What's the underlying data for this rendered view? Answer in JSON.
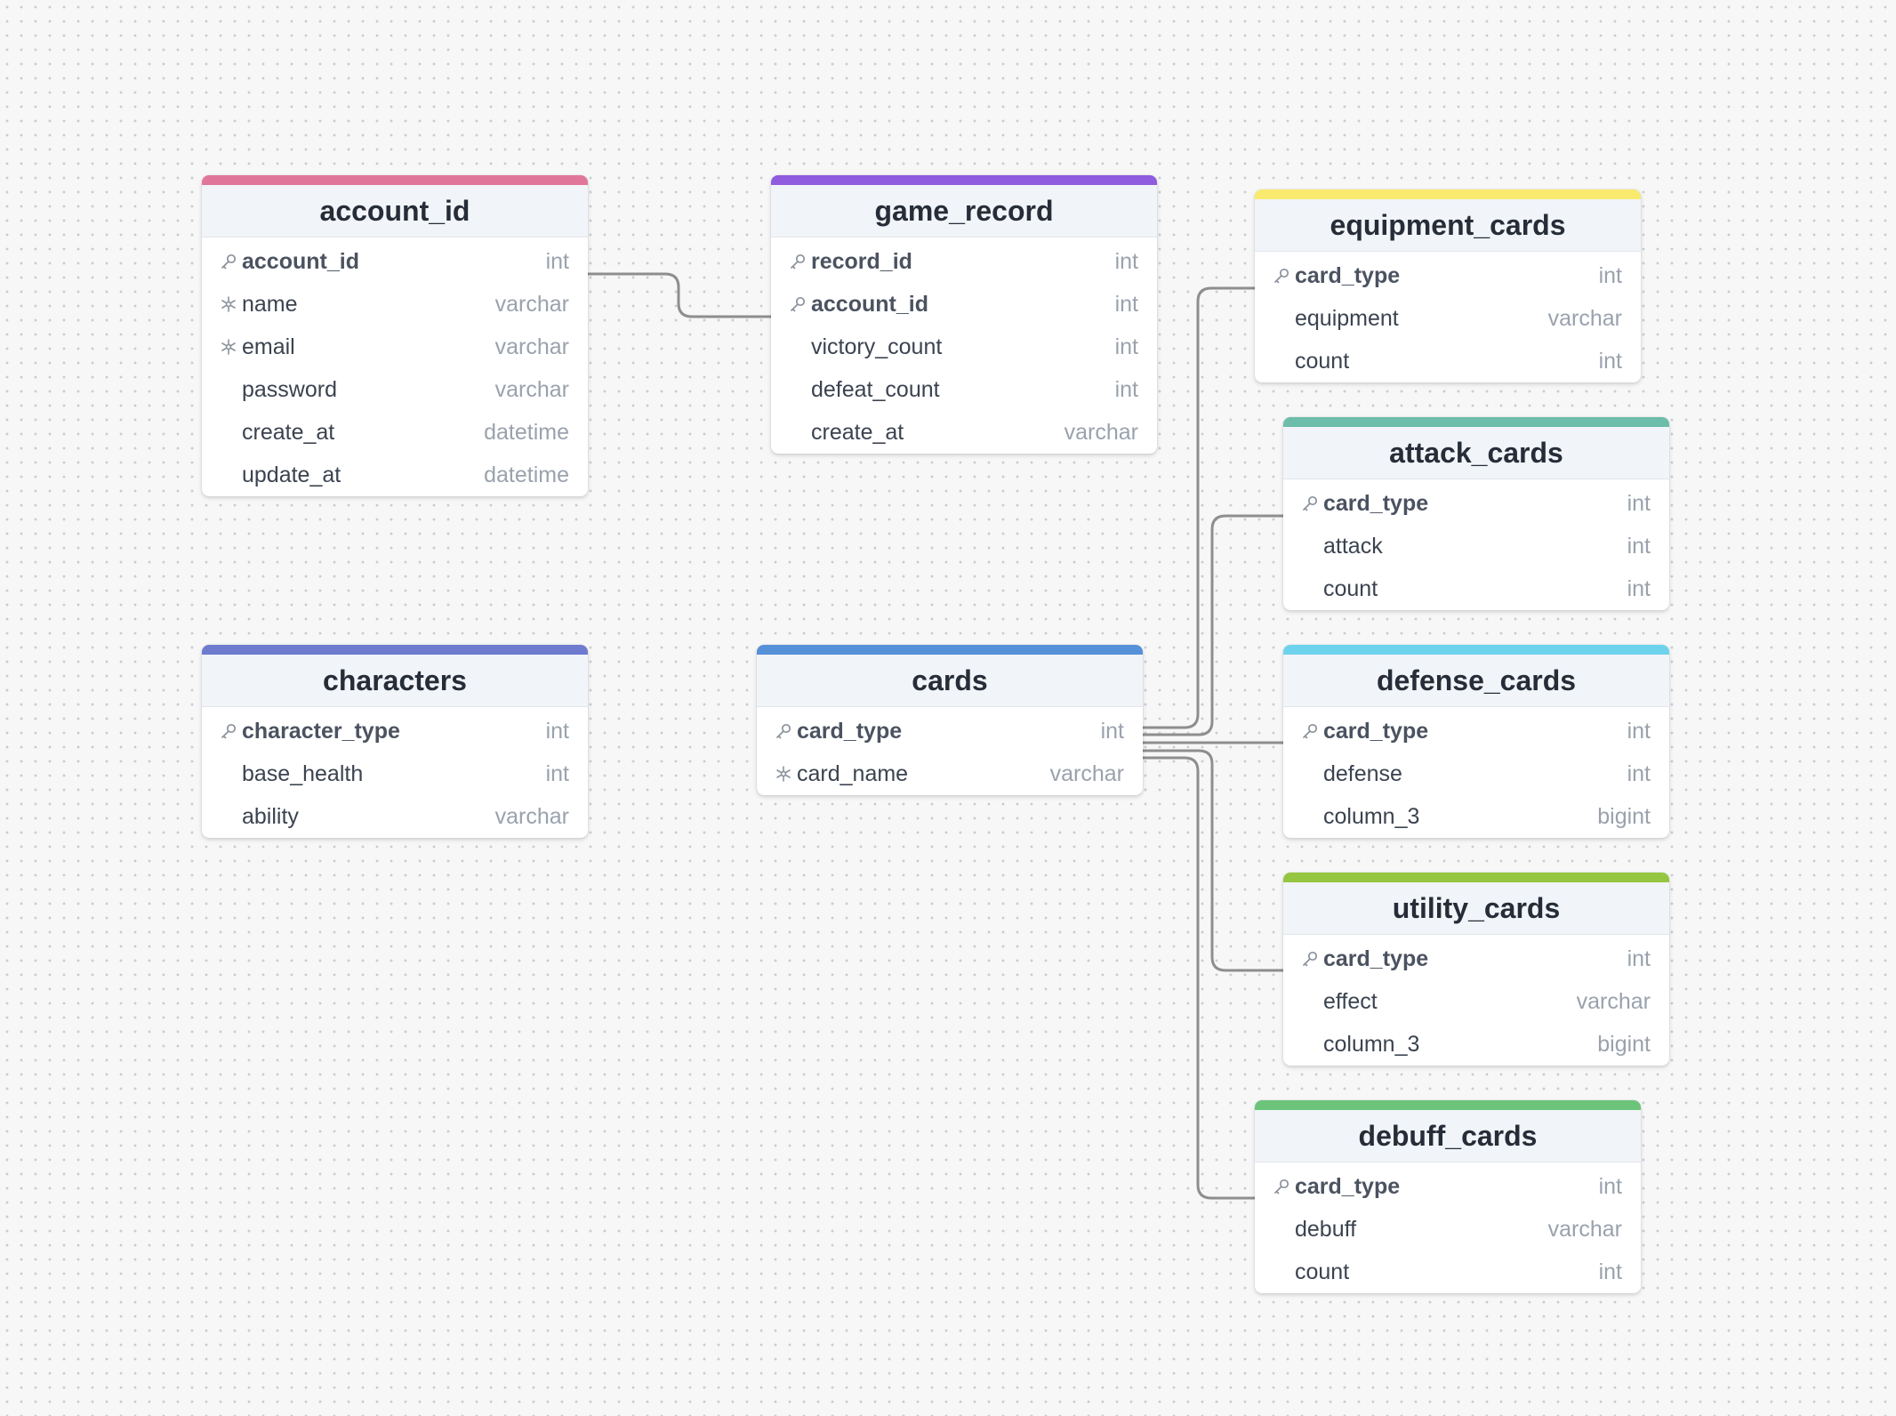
{
  "colors": {
    "canvas": "#f7f7f7",
    "connector": "#8e8e8e",
    "header_bg": "#f1f4f8",
    "type_text": "#9aa2ad"
  },
  "tables": [
    {
      "id": "account_id",
      "title": "account_id",
      "color": "#e0769a",
      "columns": [
        {
          "name": "account_id",
          "type": "int",
          "icon": "key-icon",
          "bold": true
        },
        {
          "name": "name",
          "type": "varchar",
          "icon": "unique-icon",
          "bold": false
        },
        {
          "name": "email",
          "type": "varchar",
          "icon": "unique-icon",
          "bold": false
        },
        {
          "name": "password",
          "type": "varchar",
          "icon": "",
          "bold": false
        },
        {
          "name": "create_at",
          "type": "datetime",
          "icon": "",
          "bold": false
        },
        {
          "name": "update_at",
          "type": "datetime",
          "icon": "",
          "bold": false
        }
      ]
    },
    {
      "id": "game_record",
      "title": "game_record",
      "color": "#8f5ce0",
      "columns": [
        {
          "name": "record_id",
          "type": "int",
          "icon": "key-icon",
          "bold": true
        },
        {
          "name": "account_id",
          "type": "int",
          "icon": "key-icon",
          "bold": true
        },
        {
          "name": "victory_count",
          "type": "int",
          "icon": "",
          "bold": false
        },
        {
          "name": "defeat_count",
          "type": "int",
          "icon": "",
          "bold": false
        },
        {
          "name": "create_at",
          "type": "varchar",
          "icon": "",
          "bold": false
        }
      ]
    },
    {
      "id": "equipment_cards",
      "title": "equipment_cards",
      "color": "#f9ea6f",
      "columns": [
        {
          "name": "card_type",
          "type": "int",
          "icon": "key-icon",
          "bold": true
        },
        {
          "name": "equipment",
          "type": "varchar",
          "icon": "",
          "bold": false
        },
        {
          "name": "count",
          "type": "int",
          "icon": "",
          "bold": false
        }
      ]
    },
    {
      "id": "attack_cards",
      "title": "attack_cards",
      "color": "#6cbdaa",
      "columns": [
        {
          "name": "card_type",
          "type": "int",
          "icon": "key-icon",
          "bold": true
        },
        {
          "name": "attack",
          "type": "int",
          "icon": "",
          "bold": false
        },
        {
          "name": "count",
          "type": "int",
          "icon": "",
          "bold": false
        }
      ]
    },
    {
      "id": "characters",
      "title": "characters",
      "color": "#6e7bcf",
      "columns": [
        {
          "name": "character_type",
          "type": "int",
          "icon": "key-icon",
          "bold": true
        },
        {
          "name": "base_health",
          "type": "int",
          "icon": "",
          "bold": false
        },
        {
          "name": "ability",
          "type": "varchar",
          "icon": "",
          "bold": false
        }
      ]
    },
    {
      "id": "cards",
      "title": "cards",
      "color": "#5690d9",
      "columns": [
        {
          "name": "card_type",
          "type": "int",
          "icon": "key-icon",
          "bold": true
        },
        {
          "name": "card_name",
          "type": "varchar",
          "icon": "unique-icon",
          "bold": false
        }
      ]
    },
    {
      "id": "defense_cards",
      "title": "defense_cards",
      "color": "#6dd3ec",
      "columns": [
        {
          "name": "card_type",
          "type": "int",
          "icon": "key-icon",
          "bold": true
        },
        {
          "name": "defense",
          "type": "int",
          "icon": "",
          "bold": false
        },
        {
          "name": "column_3",
          "type": "bigint",
          "icon": "",
          "bold": false
        }
      ]
    },
    {
      "id": "utility_cards",
      "title": "utility_cards",
      "color": "#95c641",
      "columns": [
        {
          "name": "card_type",
          "type": "int",
          "icon": "key-icon",
          "bold": true
        },
        {
          "name": "effect",
          "type": "varchar",
          "icon": "",
          "bold": false
        },
        {
          "name": "column_3",
          "type": "bigint",
          "icon": "",
          "bold": false
        }
      ]
    },
    {
      "id": "debuff_cards",
      "title": "debuff_cards",
      "color": "#6cc47a",
      "columns": [
        {
          "name": "card_type",
          "type": "int",
          "icon": "key-icon",
          "bold": true
        },
        {
          "name": "debuff",
          "type": "varchar",
          "icon": "",
          "bold": false
        },
        {
          "name": "count",
          "type": "int",
          "icon": "",
          "bold": false
        }
      ]
    }
  ],
  "relationships": [
    {
      "from": "account_id.account_id",
      "to": "game_record.account_id"
    },
    {
      "from": "cards.card_type",
      "to": "equipment_cards.card_type"
    },
    {
      "from": "cards.card_type",
      "to": "attack_cards.card_type"
    },
    {
      "from": "cards.card_type",
      "to": "defense_cards.card_type"
    },
    {
      "from": "cards.card_type",
      "to": "utility_cards.card_type"
    },
    {
      "from": "cards.card_type",
      "to": "debuff_cards.card_type"
    }
  ]
}
